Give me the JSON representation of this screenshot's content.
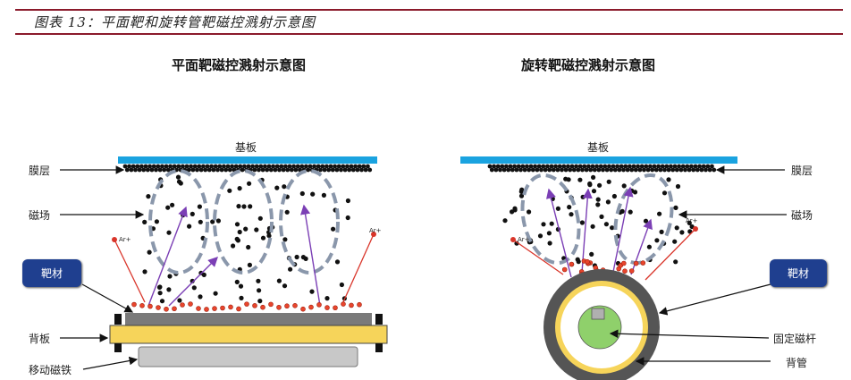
{
  "figure_title": "图表 13：平面靶和旋转管靶磁控溅射示意图",
  "left": {
    "title": "平面靶磁控溅射示意图",
    "substrate": "基板",
    "film": "膜层",
    "magnetic_field": "磁场",
    "target": "靶材",
    "backing_plate": "背板",
    "moving_magnet": "移动磁铁",
    "ion": "Ar+"
  },
  "right": {
    "title": "旋转靶磁控溅射示意图",
    "substrate": "基板",
    "film": "膜层",
    "magnetic_field": "磁场",
    "target": "靶材",
    "fixed_magnet_rod": "固定磁杆",
    "backing_tube": "背管",
    "ion": "Ar+"
  },
  "colors": {
    "accent_rule": "#8b1a2b",
    "substrate": "#1aa3e0",
    "backing_plate": "#f6d45a",
    "target_plate": "#7a7a7a",
    "magnet": "#c8c8c8",
    "field_ellipse": "#8a97ab",
    "trajectory": "#7b3fb5",
    "ion_path": "#d9352a",
    "target_button": "#1f3f8f",
    "rotary_outer": "#555555",
    "magnet_rod": "#8fd06b"
  }
}
